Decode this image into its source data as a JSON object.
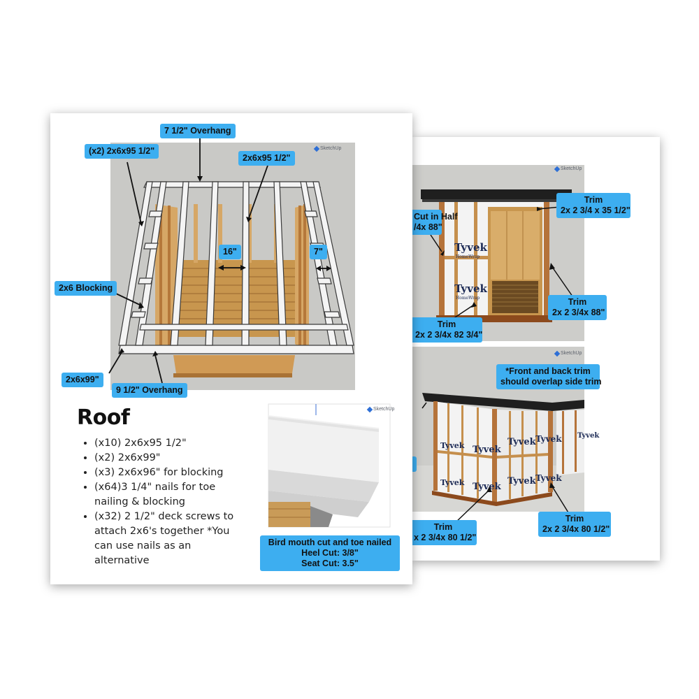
{
  "front_page": {
    "sketchup_label": "SketchUp",
    "callouts": {
      "overhang_top": "7 1/2\" Overhang",
      "x2_joist": "(x2) 2x6x95 1/2\"",
      "joist": "2x6x95 1/2\"",
      "spacing_16": "16\"",
      "spacing_7": "7\"",
      "blocking": "2x6 Blocking",
      "rim_99": "2x6x99\"",
      "overhang_front": "9 1/2\" Overhang"
    },
    "title": "Roof",
    "materials": [
      "(x10) 2x6x95 1/2\"",
      "(x2) 2x6x99\"",
      "(x3) 2x6x96\" for blocking",
      "(x64)3 1/4\" nails for toe nailing & blocking",
      "(x32) 2 1/2\" deck screws to attach 2x6's together *You can use nails as an alternative"
    ],
    "birdsmouth": {
      "line1": "Bird mouth cut and toe nailed",
      "line2": "Heel Cut: 3/8\"",
      "line3": "Seat Cut: 3.5\""
    }
  },
  "back_page": {
    "sketchup_label": "SketchUp",
    "tyvek_brand": "Tyvek",
    "tyvek_sub": "HomeWrap",
    "callouts": {
      "cut_half_1": "Cut in Half",
      "cut_half_2": "/4x 88\"",
      "trim_top_1": "Trim",
      "trim_top_2": "2x 2 3/4 x 35 1/2\"",
      "trim_right_1": "Trim",
      "trim_right_2": "2x 2 3/4x 88\"",
      "trim_bottom_1": "Trim",
      "trim_bottom_2": "2x 2 3/4x 82 3/4\"",
      "overlap_1": "*Front and back trim",
      "overlap_2": "should overlap side trim",
      "trim_left_1": "Trim",
      "trim_left_2": "x 2 3/4x 80 1/2\"",
      "trim_corner_1": "Trim",
      "trim_corner_2": "2x 2 3/4x 80 1/2\""
    }
  },
  "colors": {
    "callout": "#3daef0",
    "lumber": "#c8964e",
    "framing_white": "#f4f4f4",
    "background_gray": "#c9c9c6"
  }
}
